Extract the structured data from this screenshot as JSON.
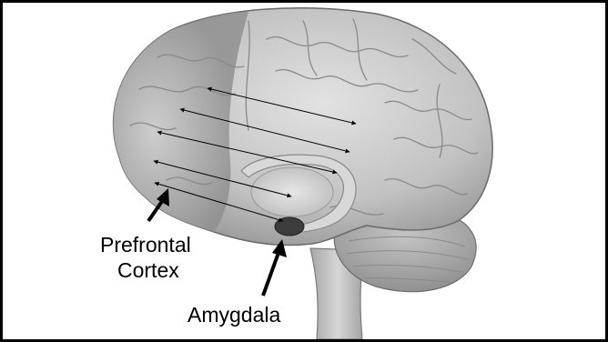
{
  "diagram": {
    "labels": {
      "prefrontal_line1": "Prefrontal",
      "prefrontal_line2": "Cortex",
      "amygdala": "Amygdala"
    }
  },
  "colors": {
    "frame_border": "#000000",
    "background": "#ffffff",
    "brain_light": "#c8c8c8",
    "brain_dark": "#8c8c8c",
    "amygdala": "#3c3c3c",
    "arrow": "#000000"
  },
  "icons": {
    "pointer_arrows": "arrow-up-icon",
    "connection_lines": "double-headed-arrow-icon"
  }
}
